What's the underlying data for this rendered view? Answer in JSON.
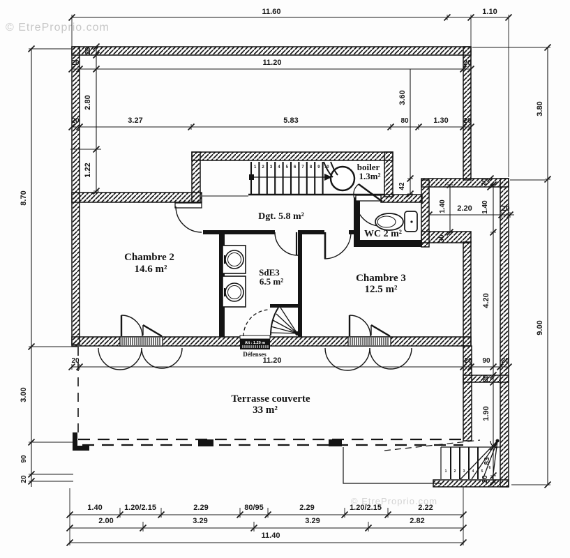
{
  "watermarks": {
    "top_left": "© EtreProprio.com",
    "bottom_right": "© EtreProprio.com"
  },
  "rooms": {
    "chambre2": {
      "name": "Chambre 2",
      "area": "14.6 m²"
    },
    "dgt": {
      "label": "Dgt. 5.8 m²"
    },
    "sde3": {
      "name": "SdE3",
      "area": "6.5 m²"
    },
    "chambre3": {
      "name": "Chambre 3",
      "area": "12.5 m²"
    },
    "wc": {
      "label": "WC 2 m²"
    },
    "boiler": {
      "name": "boiler",
      "area": "1.3m²"
    },
    "terrasse": {
      "name": "Terrasse couverte",
      "area": "33 m²"
    }
  },
  "window_note": {
    "badge": "Alt : 1.20 m",
    "label": "Défenses"
  },
  "chains": {
    "top": [
      "11.60",
      "1.10"
    ],
    "inner_top": [
      "20",
      "11.20",
      "20"
    ],
    "inner_mid": [
      "20",
      "3.27",
      "5.83",
      "80",
      "1.30",
      "20"
    ],
    "left_outer": [
      "8.70",
      "3.00",
      "90",
      "20"
    ],
    "left_inner": [
      "20",
      "2.80",
      "1.22"
    ],
    "stair_offset": [
      "3.60",
      "42"
    ],
    "right_outer": [
      "3.80",
      "9.00"
    ],
    "annex_h": [
      "2.20",
      "20"
    ],
    "annex_v_left": [
      "1.40"
    ],
    "annex_wall_top": [
      "20"
    ],
    "annex_wall_bottom": [
      "30"
    ],
    "right_inner": [
      "1.40",
      "4.20",
      "20",
      "1.90",
      "83",
      "20"
    ],
    "bottom_inner": [
      "20",
      "11.20",
      "20",
      "90",
      "20"
    ],
    "row1": [
      "1.40",
      "1.20/2.15",
      "2.29",
      "80/95",
      "2.29",
      "1.20/2.15",
      "2.22"
    ],
    "row2": [
      "2.00",
      "3.29",
      "3.29",
      "2.82"
    ],
    "row3": [
      "11.40"
    ]
  },
  "stairs": {
    "upper_treads": [
      "1",
      "2",
      "3",
      "4",
      "5",
      "6",
      "7",
      "8",
      "9",
      "10"
    ],
    "lower_treads": [
      "1",
      "2",
      "3",
      "4",
      "5",
      "6"
    ]
  }
}
